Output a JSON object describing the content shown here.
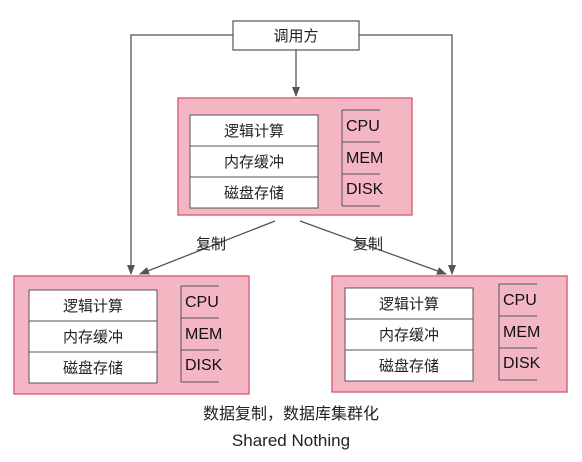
{
  "caller": "调用方",
  "node": {
    "layers": [
      "逻辑计算",
      "内存缓冲",
      "磁盘存储"
    ],
    "resources": [
      "CPU",
      "MEM",
      "DISK"
    ]
  },
  "copy_label": "复制",
  "caption": {
    "line1": "数据复制，数据库集群化",
    "line2": "Shared Nothing"
  },
  "colors": {
    "node_fill": "#f4b6c2",
    "node_border": "#d9697f",
    "cell_fill": "#ffffff",
    "line": "#555555"
  }
}
